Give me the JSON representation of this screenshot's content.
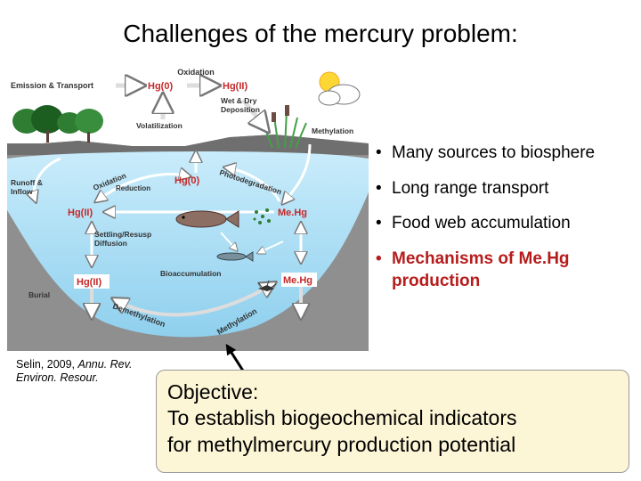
{
  "title": "Challenges of the mercury problem:",
  "diagram": {
    "oxidation": "Oxidation",
    "emission_transport": "Emission & Transport",
    "hg0_air": "Hg(0)",
    "hg2_air": "Hg(II)",
    "wet_dry_1": "Wet & Dry",
    "wet_dry_2": "Deposition",
    "volatilization": "Volatilization",
    "methylation_top": "Methylation",
    "runoff_1": "Runoff &",
    "runoff_2": "Inflow",
    "oxidation_water": "Oxidation",
    "reduction": "Reduction",
    "hg0_water": "Hg(0)",
    "photodegradation": "Photodegradation",
    "hg2_water": "Hg(II)",
    "mehg_water": "Me.Hg",
    "settling_1": "Settling/Resusp",
    "settling_2": "Diffusion",
    "hg2_sediment": "Hg(II)",
    "bioaccumulation": "Bioaccumulation",
    "mehg_sediment": "Me.Hg",
    "burial": "Burial",
    "demethylation": "Demethylation",
    "methylation_bottom": "Methylation"
  },
  "bullets": [
    {
      "text": "Many sources to biosphere"
    },
    {
      "text": "Long range transport"
    },
    {
      "text": "Food web accumulation"
    },
    {
      "text": "Mechanisms of Me.Hg production"
    }
  ],
  "citation": {
    "line1_plain": "Selin, 2009, ",
    "line1_italic": "Annu. Rev.",
    "line2_italic": "Environ. Resour."
  },
  "objective": {
    "line1": "Objective:",
    "line2": "To establish biogeochemical indicators",
    "line3": "for methylmercury production potential"
  },
  "colors": {
    "highlight": "#b71c1c",
    "label_red": "#c62828",
    "water": "#a9dcf2",
    "sediment": "#8e8e8e",
    "objective_bg": "#fcf5d6"
  }
}
